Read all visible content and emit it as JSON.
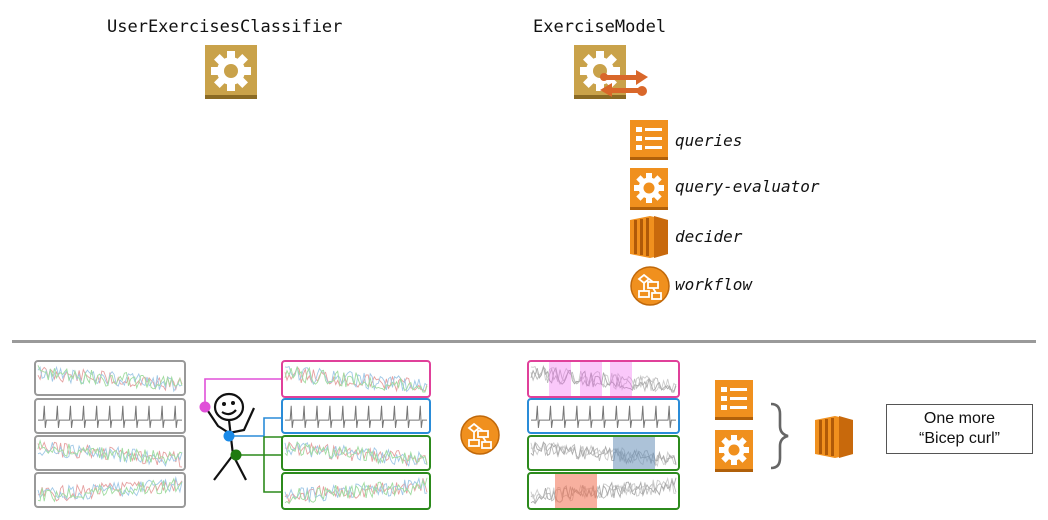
{
  "top": {
    "classifier": {
      "title": "UserExercisesClassifier",
      "icon": "gear-icon"
    },
    "model": {
      "title": "ExerciseModel",
      "icon": "gear-exchange-icon"
    },
    "components": [
      {
        "label": "queries",
        "icon": "list-icon"
      },
      {
        "label": "query-evaluator",
        "icon": "gear-icon"
      },
      {
        "label": "decider",
        "icon": "decider-icon"
      },
      {
        "label": "workflow",
        "icon": "workflow-icon"
      }
    ]
  },
  "bottom": {
    "callout_line1": "One more",
    "callout_line2": "“Bicep curl”"
  },
  "colors": {
    "gold": "#c9a24a",
    "orange": "#f0901e",
    "magenta": "#e0409a",
    "blue": "#2a8cd8",
    "green": "#2c8a1c",
    "divider": "#9a9a9a"
  }
}
